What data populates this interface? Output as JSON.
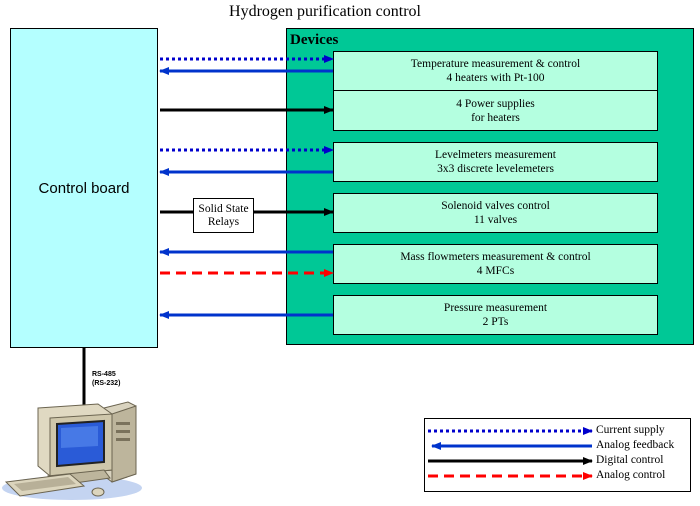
{
  "title": "Hydrogen purification control",
  "control_board": {
    "label": "Control board"
  },
  "devices_panel": {
    "label": "Devices"
  },
  "devices": [
    {
      "line1": "Temperature measurement & control",
      "line2": "4 heaters with Pt-100"
    },
    {
      "line1": "4 Power supplies",
      "line2": "for heaters"
    },
    {
      "line1": "Levelmeters measurement",
      "line2": "3x3 discrete levelemeters"
    },
    {
      "line1": "Solenoid valves control",
      "line2": "11 valves"
    },
    {
      "line1": "Mass flowmeters measurement & control",
      "line2": "4 MFCs"
    },
    {
      "line1": "Pressure measurement",
      "line2": "2 PTs"
    }
  ],
  "relays": {
    "line1": "Solid State",
    "line2": "Relays"
  },
  "pc_link": {
    "line1": "RS-485",
    "line2": "(RS-232)"
  },
  "legend": {
    "current_supply": "Current supply",
    "analog_feedback": "Analog feedback",
    "digital_control": "Digital control",
    "analog_control": "Analog control"
  },
  "colors": {
    "current_supply": "#0000cc",
    "analog_feedback": "#0033cc",
    "digital_control": "#000000",
    "analog_control": "#ff0000",
    "control_board_fill": "#b4ffff",
    "devices_fill": "#00c896",
    "device_box_fill": "#b4ffe0"
  }
}
